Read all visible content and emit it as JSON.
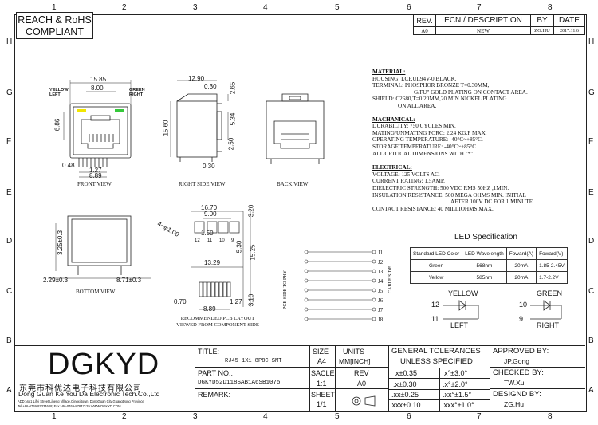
{
  "compliance": {
    "line1": "REACH & RoHS",
    "line2": "COMPLIANT"
  },
  "revision": {
    "headers": [
      "REV.",
      "ECN / DESCRIPTION",
      "BY",
      "DATE"
    ],
    "row": [
      "A0",
      "NEW",
      "ZG.HU",
      "2017.11.6"
    ]
  },
  "zones": {
    "columns": [
      "1",
      "2",
      "3",
      "4",
      "5",
      "6",
      "7",
      "8"
    ],
    "rows": [
      "H",
      "G",
      "F",
      "E",
      "D",
      "C",
      "B",
      "A"
    ]
  },
  "notes": {
    "material_title": "MATERIAL:",
    "material": [
      "HOUSING: LCP,UL94V-0,BLACK.",
      "TERMINAL: PHOSPHOR BRONZE T=0.30MM,",
      "G/FU\" GOLD PLATING ON CONTACT AREA.",
      "SHIELD: C2680,T=0.20MM,20 MIN NICKEL PLATING",
      "ON ALL AREA."
    ],
    "mechanical_title": "MACHANICAL:",
    "mechanical": [
      "DURABILITY: 750 CYCLES MIN.",
      "MATING/UNMATING FORC: 2.24 KG.F MAX.",
      "OPERATING TEMPERATURE: -40°C~+85°C.",
      "STORAGE TEMPERATURE: -40°C~+85°C.",
      "ALL CRITICAL DIMENSIONS WITH \"*\""
    ],
    "electrical_title": "ELECTRICAL:",
    "electrical": [
      "VOLTAGE: 125 VOLTS AC.",
      "CURRENT RATING: 1.5AMP.",
      "DIELECTRIC STRENGTH: 500 VDC RMS 50HZ ,1MIN.",
      "INSULATION RESISTANCE: 500 MEGA OHMS MIN. INITIAL",
      "AFTER 100V DC FOR 1 MINUTE.",
      "CONTACT RESISTANCE: 40 MILLIOHMS MAX."
    ]
  },
  "views": {
    "front": {
      "label": "FRONT VIEW",
      "led_left": [
        "YELLOW",
        "LEFT"
      ],
      "led_right": [
        "GREEN",
        "RIGHT"
      ],
      "dims": [
        "15.85",
        "8.00",
        "6.86",
        "0.48",
        "1.27",
        "8.89"
      ],
      "colors": {
        "yellow": "#f2e600",
        "green": "#35c93a"
      }
    },
    "right_side": {
      "label": "RIGHT SIDE VIEW",
      "dims": [
        "12.90",
        "0.30",
        "2.65",
        "15.60",
        "5.34",
        "2.50",
        "0.30"
      ]
    },
    "back": {
      "label": "BACK VIEW"
    },
    "bottom": {
      "label": "BOTTOM VIEW",
      "dims": [
        "3.25±0.3",
        "2.29±0.3",
        "8.71±0.3"
      ]
    },
    "pcb": {
      "caption1": "RECOMMENDED PCB LAYOUT",
      "caption2": "VIEWED FROM COMPONENT SIDE",
      "dims": [
        "16.70",
        "9.00",
        "3.20",
        "4~φ1.00",
        "1.50",
        "5.30",
        "15.25",
        "13.29",
        "0.70",
        "1.27",
        "8.89",
        "3.10"
      ],
      "pins": [
        "12",
        "11",
        "10",
        "9"
      ]
    },
    "pinout": {
      "side_left": "PCB SIDE TO PHY",
      "side_right": "CABLE SIDE",
      "pins": [
        "J1",
        "J2",
        "J3",
        "J4",
        "J5",
        "J6",
        "J7",
        "J8"
      ]
    }
  },
  "led_spec": {
    "title": "LED Specification",
    "headers": [
      "Standard LED Color",
      "LED Wavelength",
      "Foward(A)",
      "Foward(V)"
    ],
    "rows": [
      [
        "Green",
        "568nm",
        "20mA",
        "1.85-2.45V"
      ],
      [
        "Yellow",
        "585nm",
        "20mA",
        "1.7-2.2V"
      ]
    ],
    "yellow": {
      "label": "YELLOW",
      "pin_a": "12",
      "pin_b": "11",
      "side": "LEFT"
    },
    "green": {
      "label": "GREEN",
      "pin_a": "10",
      "pin_b": "9",
      "side": "RIGHT"
    }
  },
  "title_block": {
    "logo": "DGKYD",
    "company_cn": "东莞市科优达电子科技有限公司",
    "company_en": "Dong Guan Ke You Da Electronic Tech.Co.,Ltd",
    "address": "ADD:No.1 Lifei Street,Liheng Village,Qingxi town, DongGuan City,GuangDong Province",
    "contact": "Tel:+86-0769-87334608; Fax:+86-0769-87847129 WWW.DGKYD.COM",
    "title_label": "TITLE:",
    "title": "RJ45 1X1 8P8C SMT",
    "part_label": "PART NO.:",
    "part_no": "DGKYD52D118SAB1A6SB1075",
    "remark_label": "REMARK:",
    "size_label": "SIZE",
    "size": "A4",
    "units_label": "UNITS",
    "units": "MM[INCH]",
    "scale_label": "SACLE",
    "scale": "1:1",
    "rev_label": "REV",
    "rev": "A0",
    "sheet_label": "SHEET",
    "sheet": "1/1",
    "tol_title1": "GENERAL TOLERANCES",
    "tol_title2": "UNLESS SPECIFIED",
    "tolerances": [
      [
        "x±0.35",
        "x°±3.0°"
      ],
      [
        ".x±0.30",
        ".x°±2.0°"
      ],
      [
        ".xx±0.25",
        ".xx°±1.5°"
      ],
      [
        ".xxx±0.10",
        ".xxx°±1.0°"
      ]
    ],
    "approved_label": "APPROVED BY:",
    "approved": "JP.Gong",
    "checked_label": "CHECKED BY:",
    "checked": "TW.Xu",
    "design_label": "DESIGND BY:",
    "design": "ZG.Hu"
  }
}
